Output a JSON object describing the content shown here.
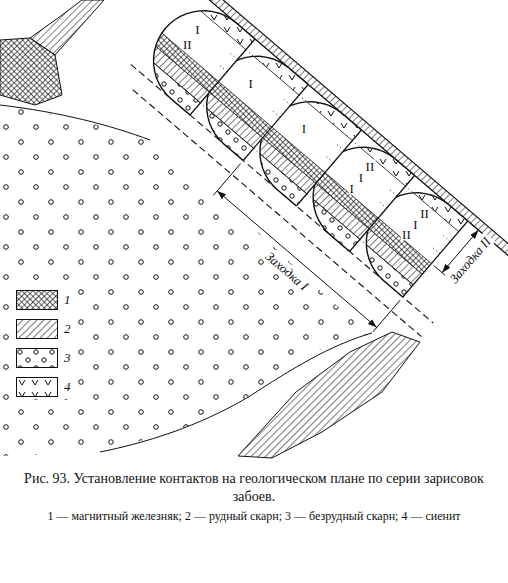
{
  "diagram": {
    "caption": "Рис. 93. Установление контактов на геологическом плане по серии зарисовок забоев.",
    "labels": [
      "II",
      "I",
      "I",
      "I",
      "I",
      "I",
      "II",
      "II",
      "I",
      "II",
      "Заходка I",
      "Заходка II",
      "1 — магнитный железняк; 2 — рудный скарн; 3 — безрудный скарн; 4 — сиенит"
    ],
    "legend": [
      {
        "text": "1"
      },
      {
        "text": "2"
      },
      {
        "text": "3"
      },
      {
        "text": "4"
      }
    ]
  }
}
